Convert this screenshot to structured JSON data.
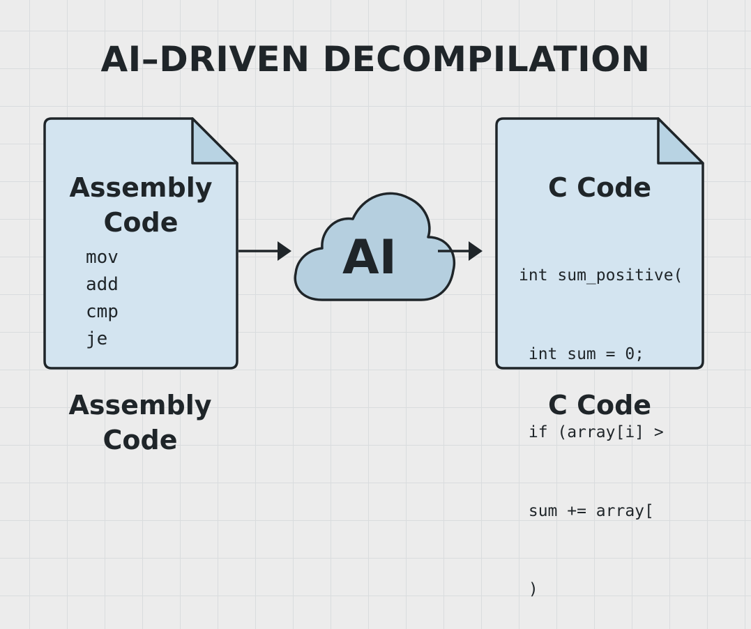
{
  "title": "AI–DRIVEN DECOMPILATION",
  "assembly_doc": {
    "heading_line1": "Assembly",
    "heading_line2": "Code",
    "lines": [
      "mov",
      "add",
      "cmp",
      "je"
    ]
  },
  "ai_node": {
    "label": "AI"
  },
  "c_doc": {
    "heading": "C Code",
    "lines": [
      "int sum_positive(",
      " int sum = 0;",
      " if (array[i] >",
      " sum += array[",
      " )"
    ]
  },
  "captions": {
    "assembly_line1": "Assembly",
    "assembly_line2": "Code",
    "c": "C Code"
  },
  "colors": {
    "background": "#ececec",
    "grid": "#d9dcde",
    "document_fill": "#d3e4f0",
    "fold_fill": "#b8d3e3",
    "cloud_fill": "#b5cfdf",
    "stroke": "#1f2529"
  }
}
